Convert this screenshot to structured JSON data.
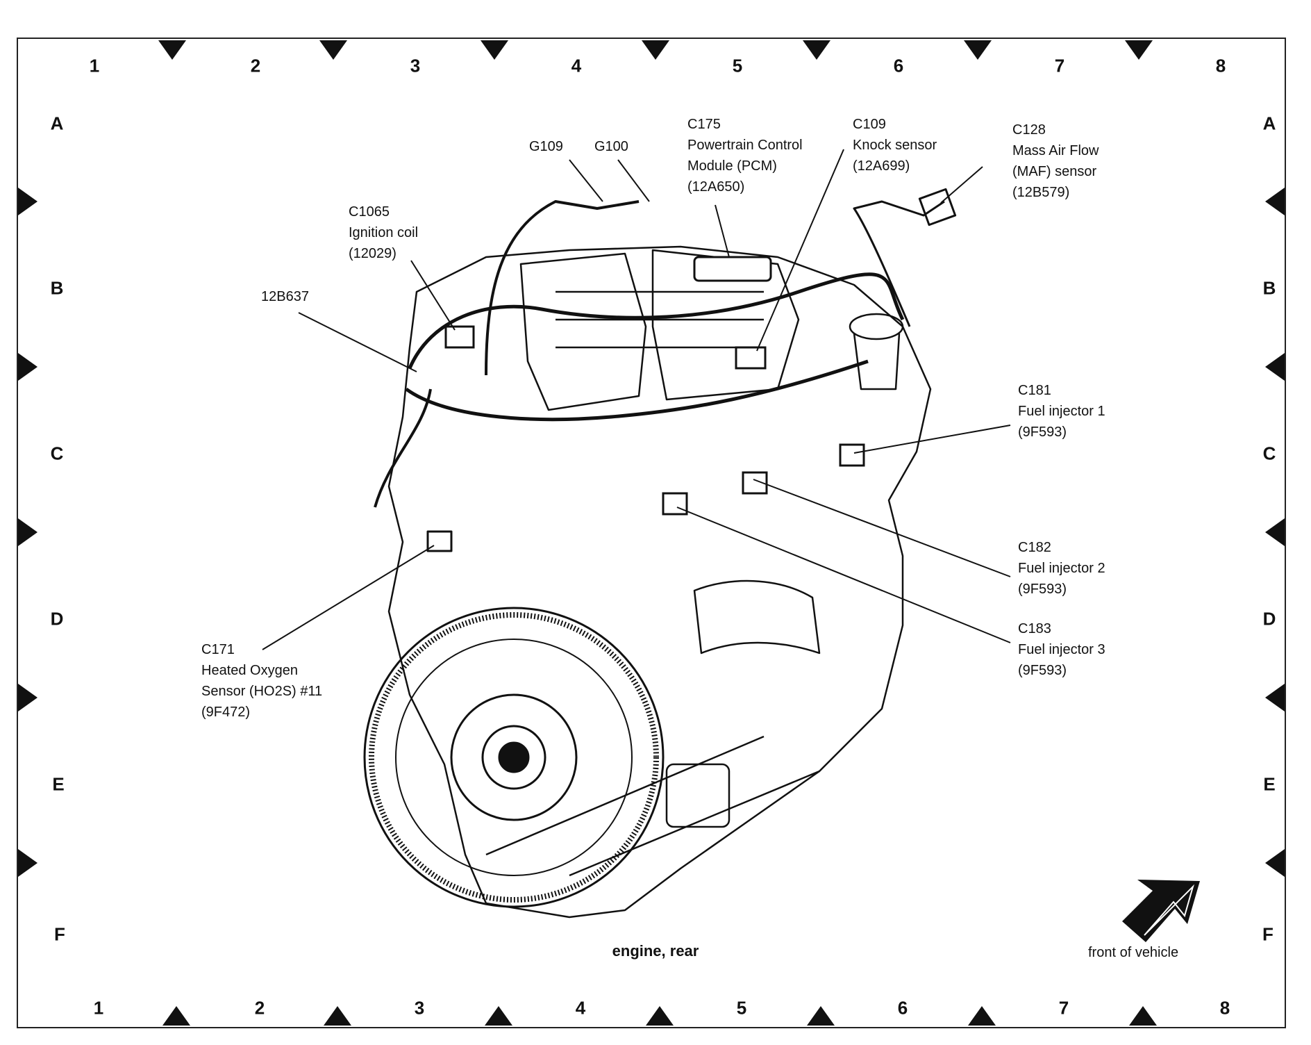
{
  "grid": {
    "columns": [
      "1",
      "2",
      "3",
      "4",
      "5",
      "6",
      "7",
      "8"
    ],
    "rows": [
      "A",
      "B",
      "C",
      "D",
      "E",
      "F"
    ]
  },
  "caption": "engine, rear",
  "orientation_label": "front of vehicle",
  "callouts": {
    "g109": "G109",
    "g100": "G100",
    "c175": "C175\nPowertrain Control\nModule (PCM)\n(12A650)",
    "c109": "C109\nKnock sensor\n(12A699)",
    "c128": "C128\nMass Air Flow\n(MAF) sensor\n(12B579)",
    "c1065": "C1065\nIgnition coil\n(12029)",
    "harness": "12B637",
    "c181": "C181\nFuel injector 1\n(9F593)",
    "c182": "C182\nFuel injector 2\n(9F593)",
    "c183": "C183\nFuel injector 3\n(9F593)",
    "c171": "C171\nHeated Oxygen\nSensor (HO2S) #11\n(9F472)"
  }
}
